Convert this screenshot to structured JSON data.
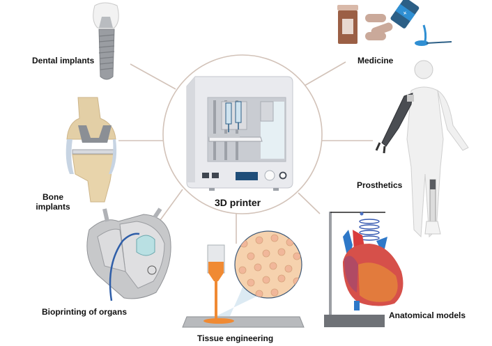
{
  "diagram": {
    "center": {
      "label": "3D printer",
      "icon": "3d-printer-icon"
    },
    "colors": {
      "connector": "#d2c2b8",
      "text": "#111111",
      "accent_orange": "#f08a33",
      "accent_blue": "#2f6fa3"
    },
    "applications": [
      {
        "id": "dental",
        "label": "Dental implants",
        "icon": "dental-implant-icon"
      },
      {
        "id": "medicine",
        "label": "Medicine",
        "icon": "medicine-icon"
      },
      {
        "id": "bone",
        "label_line1": "Bone",
        "label_line2": "implants",
        "icon": "knee-implant-icon"
      },
      {
        "id": "prosthetics",
        "label": "Prosthetics",
        "icon": "prosthetic-body-icon"
      },
      {
        "id": "bioprinting",
        "label": "Bioprinting of organs",
        "icon": "heart-device-icon"
      },
      {
        "id": "tissue",
        "label": "Tissue engineering",
        "icon": "bioprinter-nozzle-icon"
      },
      {
        "id": "anatomical",
        "label": "Anatomical models",
        "icon": "heart-model-icon"
      }
    ]
  }
}
